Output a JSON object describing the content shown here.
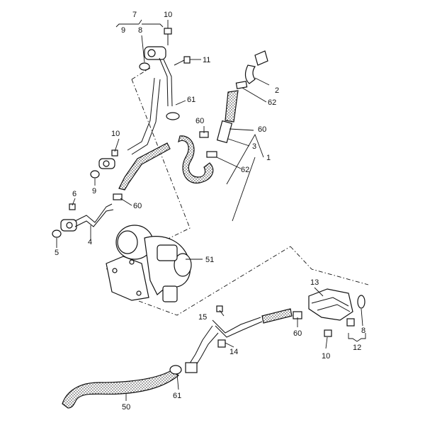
{
  "callouts": {
    "c1": "1",
    "c2": "2",
    "c3": "3",
    "c4": "4",
    "c5": "5",
    "c6": "6",
    "c7": "7",
    "c8_top": "8",
    "c9_top": "9",
    "c10_top": "10",
    "c11": "11",
    "c61_top": "61",
    "c60_mid": "60",
    "c62_upper": "62",
    "c60_right": "60",
    "c62_lower": "62",
    "c10_left": "10",
    "c9_left": "9",
    "c60_left": "60",
    "c51": "51",
    "c13": "13",
    "c15": "15",
    "c14": "14",
    "c60_bottom": "60",
    "c8_bottom": "8",
    "c12": "12",
    "c10_bottom": "10",
    "c61_bottom": "61",
    "c50": "50"
  }
}
